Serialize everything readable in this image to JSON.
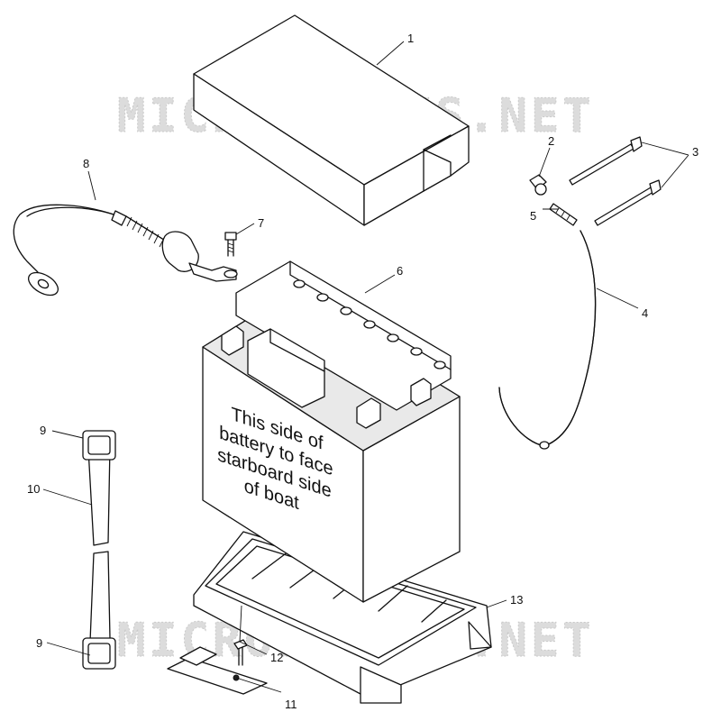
{
  "watermark": "MICROFICHES.NET",
  "battery_label": [
    "This side of",
    "battery to face",
    "starboard side",
    "of boat"
  ],
  "callouts": [
    {
      "id": "1",
      "part": "battery-cover"
    },
    {
      "id": "2",
      "part": "hose-fitting"
    },
    {
      "id": "3",
      "part": "hold-down-bolts"
    },
    {
      "id": "4",
      "part": "vent-hose"
    },
    {
      "id": "5",
      "part": "vent-fitting"
    },
    {
      "id": "6",
      "part": "battery"
    },
    {
      "id": "7",
      "part": "terminal-bolt"
    },
    {
      "id": "8",
      "part": "battery-cable"
    },
    {
      "id": "9",
      "part": "strap-buckle"
    },
    {
      "id": "10",
      "part": "hold-down-strap"
    },
    {
      "id": "11",
      "part": "bracket"
    },
    {
      "id": "12",
      "part": "screw"
    },
    {
      "id": "13",
      "part": "battery-tray"
    }
  ]
}
